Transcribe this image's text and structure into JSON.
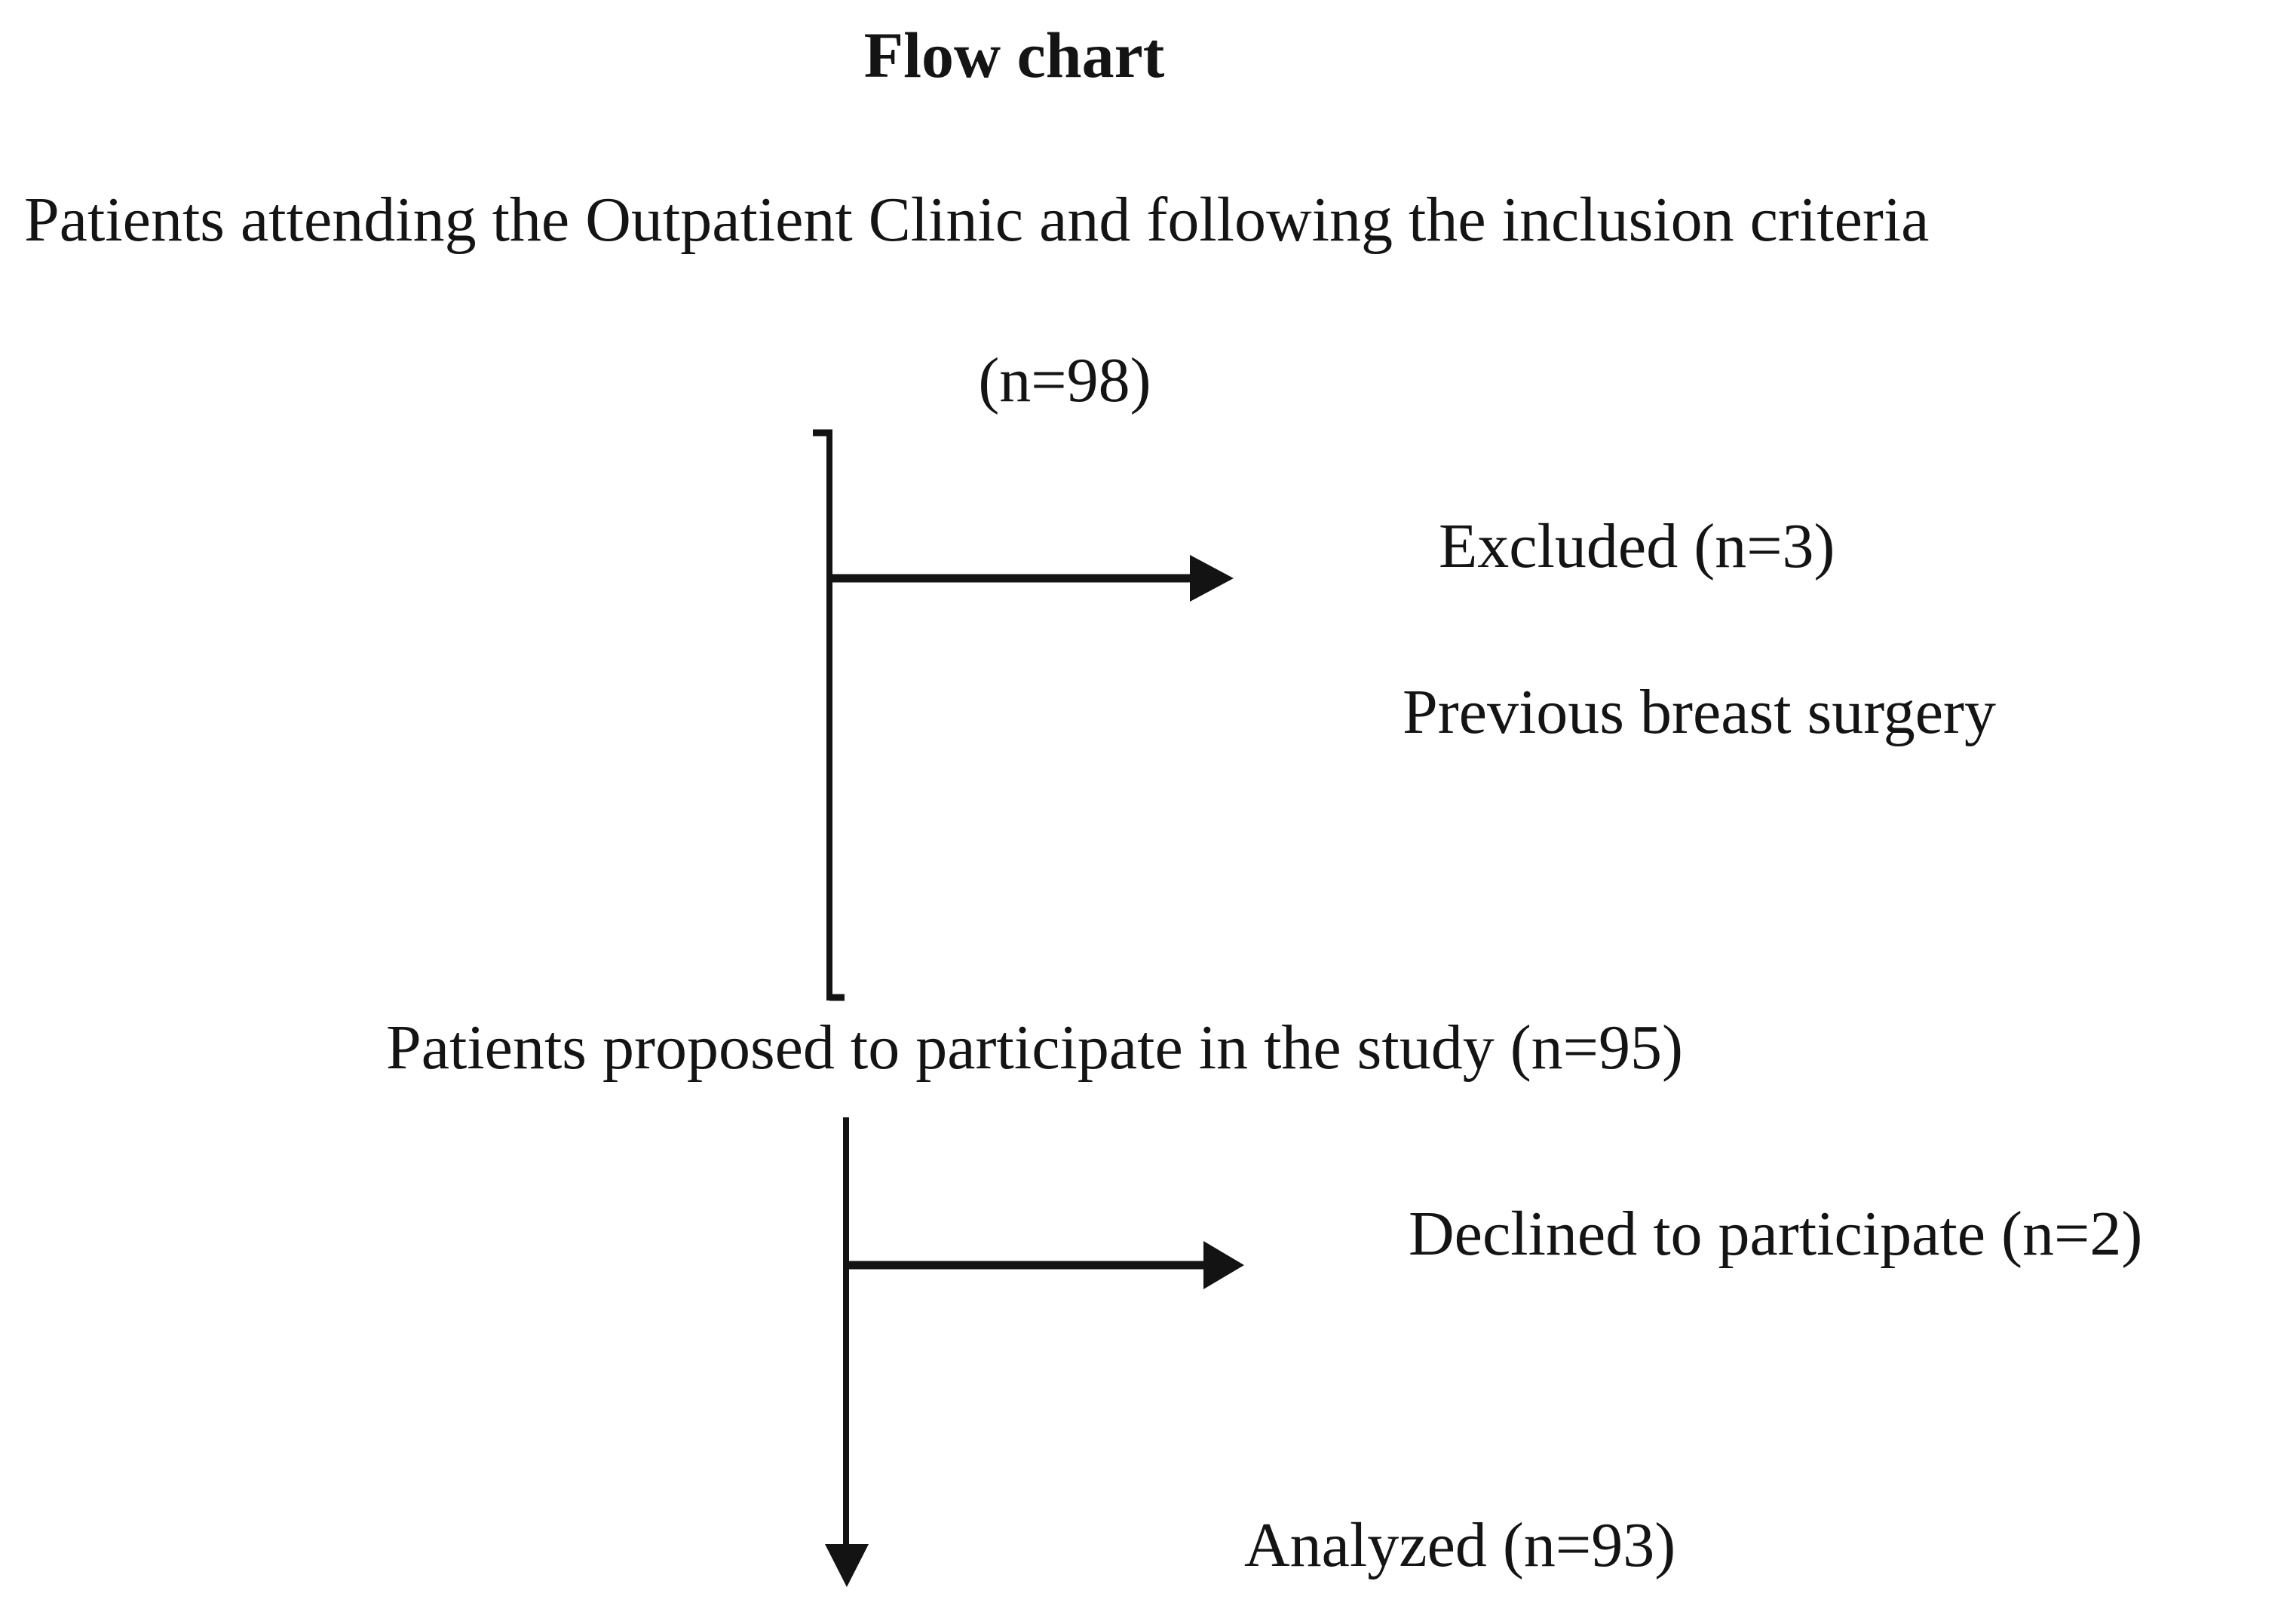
{
  "title": "Flow chart",
  "flow": {
    "source": {
      "label": "Patients attending the Outpatient Clinic and following the inclusion criteria",
      "count": "(n=98)"
    },
    "excluded": {
      "label": "Excluded (n=3)",
      "reason": "Previous breast surgery"
    },
    "proposed": {
      "label": "Patients proposed to participate in the study (n=95)"
    },
    "declined": {
      "label": "Declined to participate (n=2)"
    },
    "analyzed": {
      "label": "Analyzed (n=93)"
    }
  },
  "colors": {
    "background": "#ffffff",
    "text": "#141414",
    "line": "#131313"
  }
}
